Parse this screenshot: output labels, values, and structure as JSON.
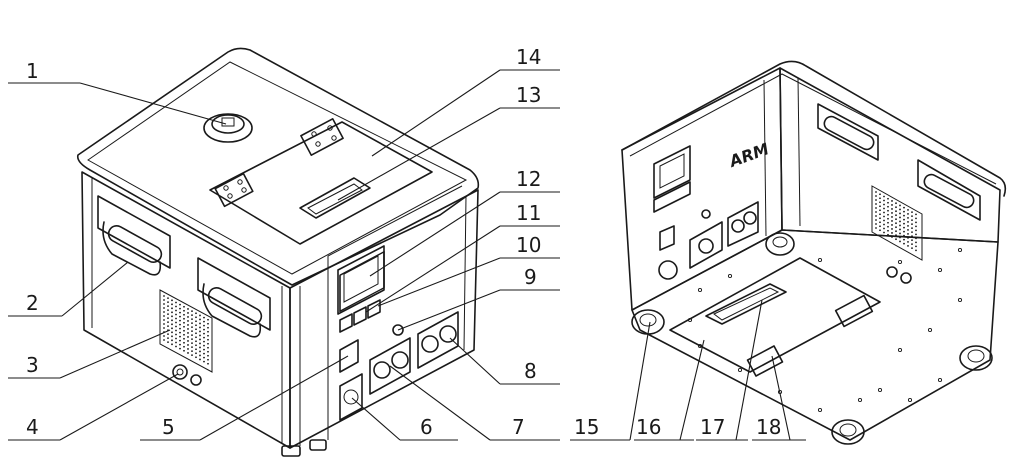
{
  "callouts": [
    {
      "id": "c1",
      "label": "1"
    },
    {
      "id": "c2",
      "label": "2"
    },
    {
      "id": "c3",
      "label": "3"
    },
    {
      "id": "c4",
      "label": "4"
    },
    {
      "id": "c5",
      "label": "5"
    },
    {
      "id": "c6",
      "label": "6"
    },
    {
      "id": "c7",
      "label": "7"
    },
    {
      "id": "c8",
      "label": "8"
    },
    {
      "id": "c9",
      "label": "9"
    },
    {
      "id": "c10",
      "label": "10"
    },
    {
      "id": "c11",
      "label": "11"
    },
    {
      "id": "c12",
      "label": "12"
    },
    {
      "id": "c13",
      "label": "13"
    },
    {
      "id": "c14",
      "label": "14"
    },
    {
      "id": "c15",
      "label": "15"
    },
    {
      "id": "c16",
      "label": "16"
    },
    {
      "id": "c17",
      "label": "17"
    },
    {
      "id": "c18",
      "label": "18"
    }
  ],
  "logo": "ARM"
}
